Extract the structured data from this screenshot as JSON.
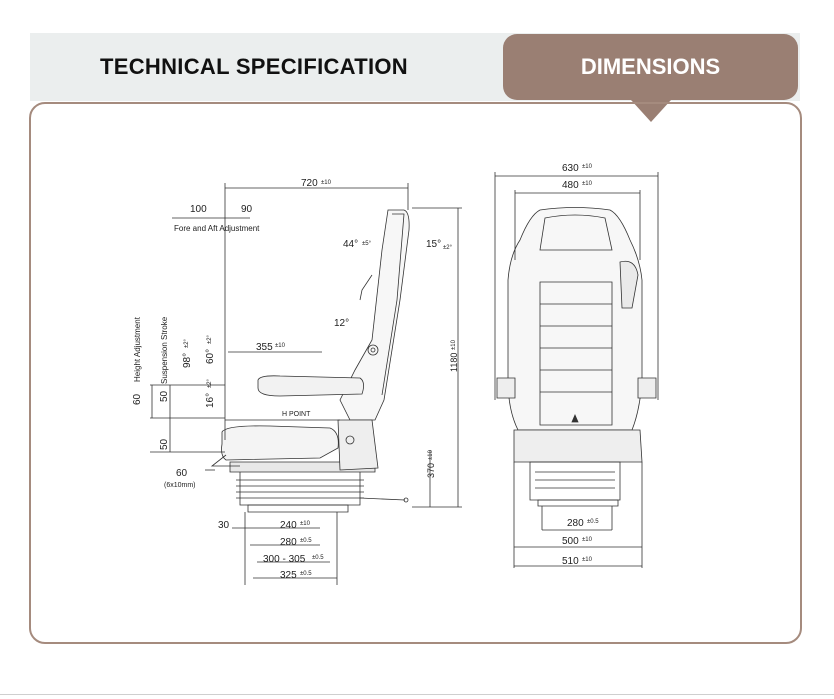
{
  "header": {
    "title": "TECHNICAL SPECIFICATION",
    "tab_label": "DIMENSIONS"
  },
  "side_view": {
    "overall_length": "720",
    "overall_length_tol": "±10",
    "fore_aft_a": "100",
    "fore_aft_b": "90",
    "fore_aft_label": "Fore and Aft Adjustment",
    "angle_back_left": "44°",
    "angle_back_left_tol": "±5°",
    "angle_back_right": "15°",
    "angle_back_right_tol": "±2°",
    "angle_mid": "12°",
    "armrest_length": "355",
    "armrest_length_tol": "±10",
    "angle_98": "98°",
    "angle_98_tol": "±2°",
    "angle_60": "60°",
    "angle_60_tol": "±2°",
    "angle_16": "16°",
    "angle_16_tol": "±2°",
    "overall_height": "1180",
    "overall_height_tol": "±10",
    "height_adj_value": "60",
    "height_adj_label": "Height Adjustment",
    "susp_stroke_value": "50",
    "susp_stroke_label": "Suspension Stroke",
    "lower_50": "50",
    "h_point": "H POINT",
    "base_height": "370",
    "base_height_tol": "±10",
    "slot_60": "60",
    "slot_size": "(6x10mm)",
    "dim_30": "30",
    "dim_240": "240",
    "dim_240_tol": "±10",
    "dim_280": "280",
    "dim_280_tol": "±0.5",
    "dim_300_305": "300 - 305",
    "dim_300_305_tol": "±0.5",
    "dim_325": "325",
    "dim_325_tol": "±0.5"
  },
  "front_view": {
    "overall_width": "630",
    "overall_width_tol": "±10",
    "back_width": "480",
    "back_width_tol": "±10",
    "mount_width": "280",
    "mount_width_tol": "±0.5",
    "base_width": "500",
    "base_width_tol": "±10",
    "total_width": "510",
    "total_width_tol": "±10"
  },
  "colors": {
    "accent": "#9a7f73",
    "header_bg": "#ebeeee",
    "panel_border": "#a58b7e",
    "line": "#333333"
  }
}
